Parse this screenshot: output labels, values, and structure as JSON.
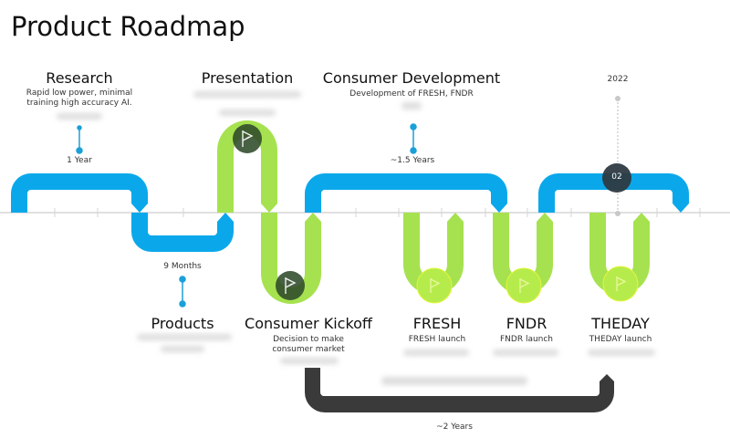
{
  "page": {
    "title": "Product Roadmap"
  },
  "colors": {
    "blue": "#0aa8ea",
    "green": "#a6e24f",
    "dark": "#3a3a3a",
    "node_dark": "#2f4a2a",
    "node_green": "#b5ec4c",
    "axis": "#d6d6d6"
  },
  "milestones_top": [
    {
      "title": "Research",
      "desc": "Rapid low power, minimal training high accuracy AI.",
      "duration": "1 Year"
    },
    {
      "title": "Presentation",
      "desc": ""
    },
    {
      "title": "Consumer Development",
      "desc": "Development of FRESH, FNDR",
      "duration": "~1.5 Years"
    }
  ],
  "milestones_bottom": [
    {
      "title": "Products",
      "desc": "",
      "duration": "9 Months"
    },
    {
      "title": "Consumer Kickoff",
      "desc": "Decision to make consumer market"
    },
    {
      "title": "FRESH",
      "desc": "FRESH launch"
    },
    {
      "title": "FNDR",
      "desc": "FNDR launch"
    },
    {
      "title": "THEDAY",
      "desc": "THEDAY launch"
    }
  ],
  "year_marker": {
    "label": "2022",
    "badge": "02"
  },
  "bracket": {
    "duration": "~2 Years"
  },
  "icons": {
    "milestone": "flag-icon"
  }
}
